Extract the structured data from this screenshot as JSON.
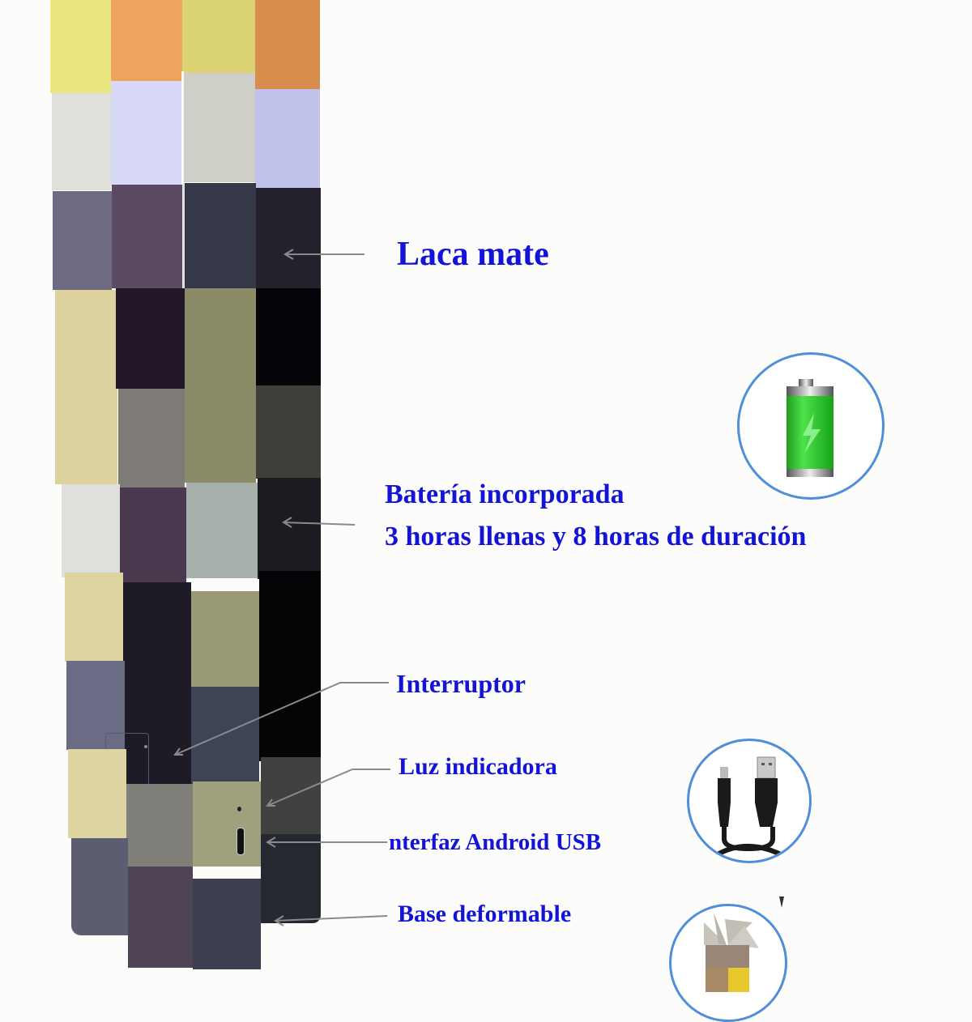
{
  "product": {
    "name": "torch-lamp",
    "colors": {
      "flame_yellow": "#e9e27a",
      "flame_orange": "#eaa35a",
      "light_white": "#dcded6",
      "light_lavender": "#d6d7f3",
      "dark_slate": "#6b6a80",
      "dark_plum": "#5a4a62",
      "dark_navy": "#343646",
      "dark_black": "#221f2a",
      "wood_tan": "#ddd3a0",
      "wood_olive": "#8a8a6a",
      "wood_grey": "#7e7c78",
      "wood_dark": "#3c3c3a"
    }
  },
  "callouts": [
    {
      "id": "matte",
      "text": "Laca mate"
    },
    {
      "id": "battery_line1",
      "text": "Batería incorporada"
    },
    {
      "id": "battery_line2",
      "text": "3 horas llenas y 8 horas de duración"
    },
    {
      "id": "switch",
      "text": "Interruptor"
    },
    {
      "id": "indicator",
      "text": "Luz indicadora"
    },
    {
      "id": "usb",
      "text": "nterfaz Android USB"
    },
    {
      "id": "base",
      "text": "Base deformable"
    }
  ],
  "icons": {
    "battery": "battery-charging-icon",
    "usb_cable": "usb-cable-icon",
    "base": "deformable-base-icon"
  },
  "accent_color": "#1414d6",
  "badge_border_color": "#4f8fd8"
}
